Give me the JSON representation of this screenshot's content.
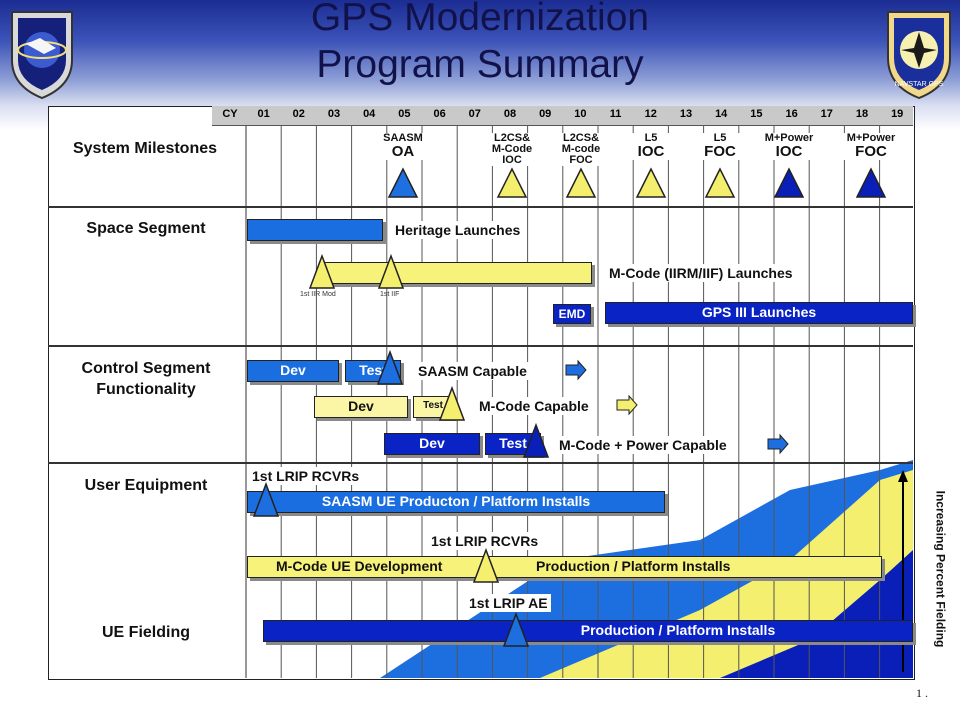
{
  "title_line1": "GPS Modernization",
  "title_line2": "Program Summary",
  "header": {
    "cy": "CY",
    "years": [
      "01",
      "02",
      "03",
      "04",
      "05",
      "06",
      "07",
      "08",
      "09",
      "10",
      "11",
      "12",
      "13",
      "14",
      "15",
      "16",
      "17",
      "18",
      "19"
    ]
  },
  "sections": {
    "milestones": "System Milestones",
    "space": "Space Segment",
    "control": "Control Segment Functionality",
    "user": "User Equipment",
    "fielding": "UE Fielding"
  },
  "milestones": [
    {
      "line1": "SAASM",
      "line2": "OA",
      "color": "#1e6fe0"
    },
    {
      "line1": "L2CS&",
      "line2": "M-Code",
      "line3": "IOC",
      "color": "#f3ee6e"
    },
    {
      "line1": "L2CS&",
      "line2": "M-code",
      "line3": "FOC",
      "color": "#f3ee6e"
    },
    {
      "line1": "L5",
      "line2": "IOC",
      "color": "#f3ee6e"
    },
    {
      "line1": "L5",
      "line2": "FOC",
      "color": "#f3ee6e"
    },
    {
      "line1": "M+Power",
      "line2": "IOC",
      "color": "#0a1fb8"
    },
    {
      "line1": "M+Power",
      "line2": "FOC",
      "color": "#0a1fb8"
    }
  ],
  "space": {
    "heritage": "Heritage Launches",
    "mcode_launches": "M-Code (IIRM/IIF) Launches",
    "iir_mod": "1st IIR Mod",
    "iif": "1st IIF",
    "emd": "EMD",
    "gps3": "GPS III Launches"
  },
  "control": {
    "dev": "Dev",
    "test": "Test",
    "saasm": "SAASM Capable",
    "mcode": "M-Code Capable",
    "mpower": "M-Code + Power Capable"
  },
  "user": {
    "lrip1": "1st LRIP RCVRs",
    "saasm_ue": "SAASM UE  Producton / Platform Installs",
    "lrip2": "1st LRIP RCVRs",
    "mcode_dev": "M-Code UE Development",
    "prod1": "Production / Platform Installs",
    "lrip_ae": "1st LRIP AE",
    "prod2": "Production / Platform Installs"
  },
  "side_label": "Increasing Percent Fielding",
  "page_number": "1 .",
  "colors": {
    "title": "#12124a",
    "blue": "#0a23c4",
    "light_blue": "#1b6ee0",
    "yellow": "#f6f27a"
  }
}
